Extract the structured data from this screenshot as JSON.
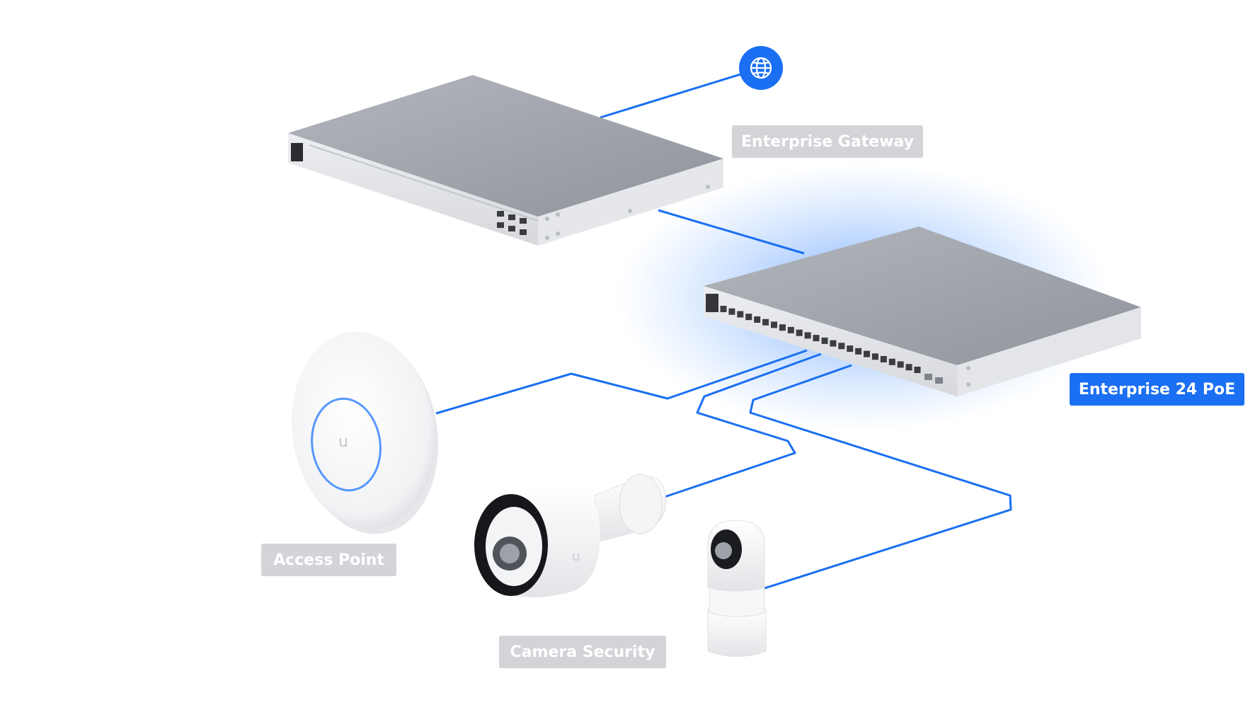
{
  "labels": {
    "gateway": "Enterprise Gateway",
    "switch": "Enterprise 24 PoE",
    "access_point": "Access Point",
    "camera": "Camera Security"
  },
  "switch_port_count": 24,
  "colors": {
    "accent": "#1a6ff3",
    "inactive_label": "#d2d4d8",
    "device_body": "#e2e3e6",
    "device_top": "#9ea1a8"
  },
  "icons": {
    "internet": "globe-icon"
  }
}
